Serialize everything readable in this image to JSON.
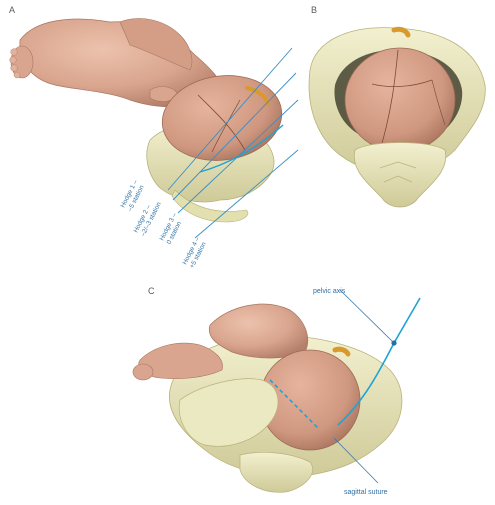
{
  "panels": {
    "a": {
      "letter": "A",
      "hodge_labels": [
        [
          "Hodge 1 –",
          "–5 station"
        ],
        [
          "Hodge 2 –",
          "–2/–3 station"
        ],
        [
          "Hodge 3 –",
          "0 station"
        ],
        [
          "Hodge 4 –",
          "+5 station"
        ]
      ]
    },
    "b": {
      "letter": "B"
    },
    "c": {
      "letter": "C",
      "pelvic_axis_label": "pelvic axis",
      "sagittal_suture_label": "sagittal suture"
    }
  },
  "colors": {
    "skin": "#d9a58e",
    "skin_shadow": "#b5806b",
    "bone": "#eae8bd",
    "bone_shadow": "#c9c591",
    "ligament": "#d99a2b",
    "line_blue": "#3a8fc4",
    "axis_cyan": "#1fa3d6",
    "label_blue": "#3a78a8"
  }
}
